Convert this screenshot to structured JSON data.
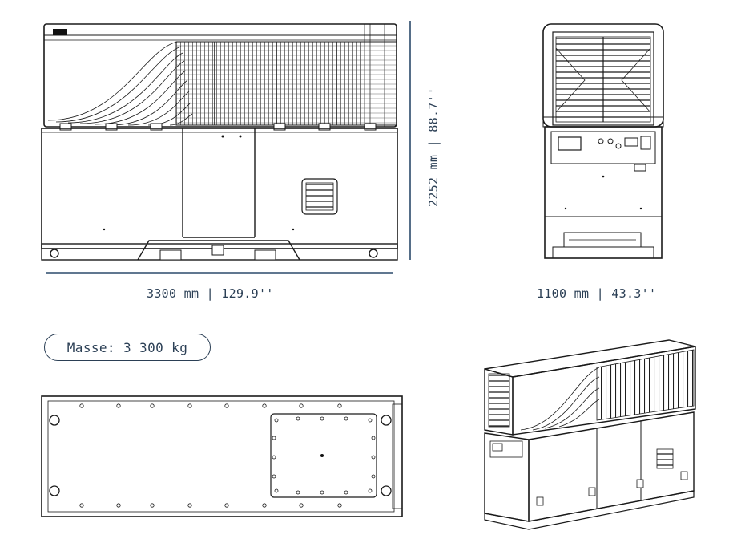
{
  "dimensions": {
    "width": "3300 mm | 129.9''",
    "height": "2252 mm | 88.7''",
    "depth": "1100 mm | 43.3''"
  },
  "mass": {
    "label": "Masse: 3 300 kg"
  },
  "colors": {
    "dimension_line": "#2b4a6b",
    "text": "#2b3f55",
    "drawing": "#1a1a1a"
  }
}
